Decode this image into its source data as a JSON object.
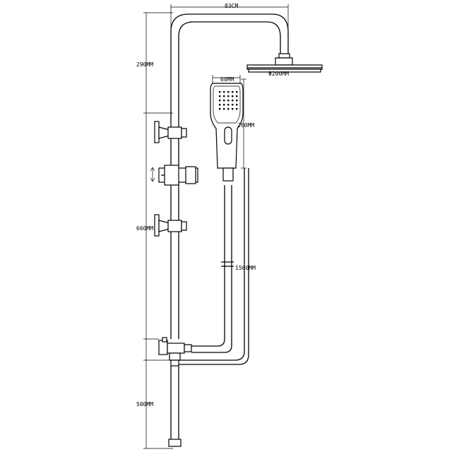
{
  "labels": {
    "top_width": "83CM",
    "upper_height": "290MM",
    "shower_head_diameter": "Φ200MM",
    "hand_shower_width": "60MM",
    "hand_shower_length": "260MM",
    "rail_length": "660MM",
    "hose_length": "1500MM",
    "lower_height": "500MM"
  }
}
